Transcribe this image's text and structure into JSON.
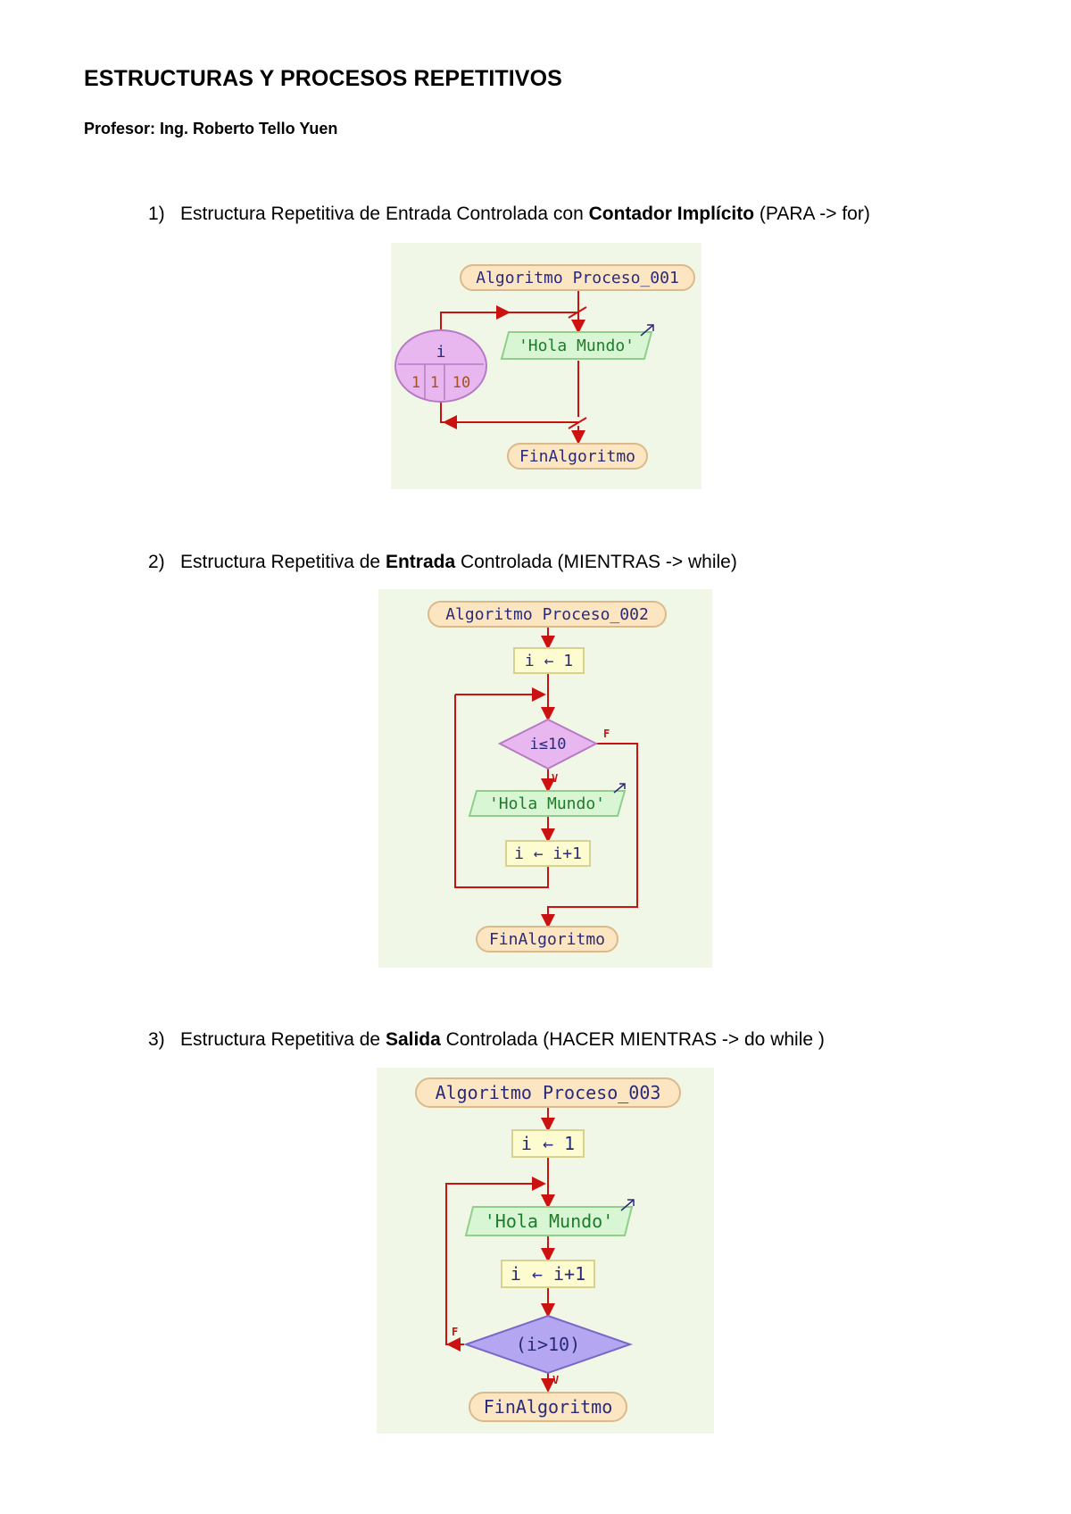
{
  "document": {
    "title": "ESTRUCTURAS Y PROCESOS REPETITIVOS",
    "author": "Profesor: Ing. Roberto Tello Yuen"
  },
  "sections": [
    {
      "number": "1)",
      "heading_parts": [
        "Estructura Repetitiva de Entrada Controlada con ",
        "Contador Implícito",
        " (PARA -> for)"
      ],
      "diagram": {
        "start": "Algoritmo Proceso_001",
        "loop_var": "i",
        "loop_start": "1",
        "loop_step": "1",
        "loop_end": "10",
        "output": "'Hola Mundo'",
        "end": "FinAlgoritmo"
      }
    },
    {
      "number": "2)",
      "heading_parts": [
        "Estructura Repetitiva de ",
        "Entrada",
        " Controlada (MIENTRAS -> while)"
      ],
      "diagram": {
        "start": "Algoritmo Proceso_002",
        "init": "i ← 1",
        "condition": "i≤10",
        "true_label": "V",
        "false_label": "F",
        "output": "'Hola Mundo'",
        "increment": "i ← i+1",
        "end": "FinAlgoritmo"
      }
    },
    {
      "number": "3)",
      "heading_parts": [
        "Estructura Repetitiva de ",
        "Salida",
        " Controlada (HACER MIENTRAS -> do while )"
      ],
      "diagram": {
        "start": "Algoritmo Proceso_003",
        "init": "i ← 1",
        "output": "'Hola Mundo'",
        "increment": "i ← i+1",
        "condition": "(i>10)",
        "true_label": "V",
        "false_label": "F",
        "end": "FinAlgoritmo"
      }
    }
  ],
  "colors": {
    "diagram_bg": "#f1f7e7",
    "terminal_fill": "#fce6c2",
    "terminal_stroke": "#dcb98a",
    "process_fill": "#fdfbd0",
    "process_stroke": "#d8d290",
    "io_fill": "#d8f5d4",
    "io_stroke": "#8fcf8a",
    "decision_fill": "#e8b7f0",
    "decision_stroke": "#b77ac4",
    "decision3_fill": "#b4a6f0",
    "decision3_stroke": "#7a68c8",
    "arrow": "#cc1111",
    "text_dark": "#2a2a7a",
    "text_number": "#a85020"
  }
}
